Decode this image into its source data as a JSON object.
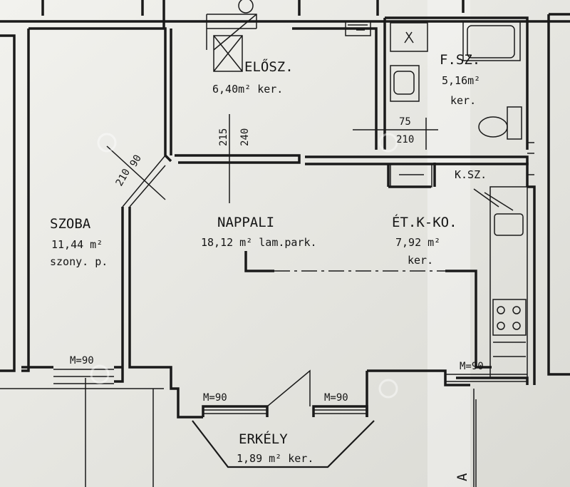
{
  "rooms": {
    "eloszoba": {
      "name": "ELŐSZ.",
      "area": "6,40m² ker."
    },
    "furdo": {
      "name": "F.SZ.",
      "area": "5,16m²",
      "floor": "ker."
    },
    "szoba": {
      "name": "SZOBA",
      "area": "11,44 m²",
      "floor": "szony. p."
    },
    "nappali": {
      "name": "NAPPALI",
      "area": "18,12 m² lam.park."
    },
    "etkezo": {
      "name": "ÉT.K-KO.",
      "area": "7,92 m²",
      "floor": "ker."
    },
    "kamra": {
      "name": "K.SZ."
    },
    "erkely": {
      "name": "ERKÉLY",
      "area": "1,89 m² ker."
    }
  },
  "dimensions": {
    "door_szoba_a": "90",
    "door_szoba_b": "210",
    "door_nappali_a": "215",
    "door_nappali_b": "240",
    "door_fsz_a": "75",
    "door_fsz_b": "210"
  },
  "windows": {
    "szoba": "M=90",
    "nappali_left": "M=90",
    "nappali_right": "M=90",
    "konyha": "M=90"
  },
  "edge_text": "A"
}
